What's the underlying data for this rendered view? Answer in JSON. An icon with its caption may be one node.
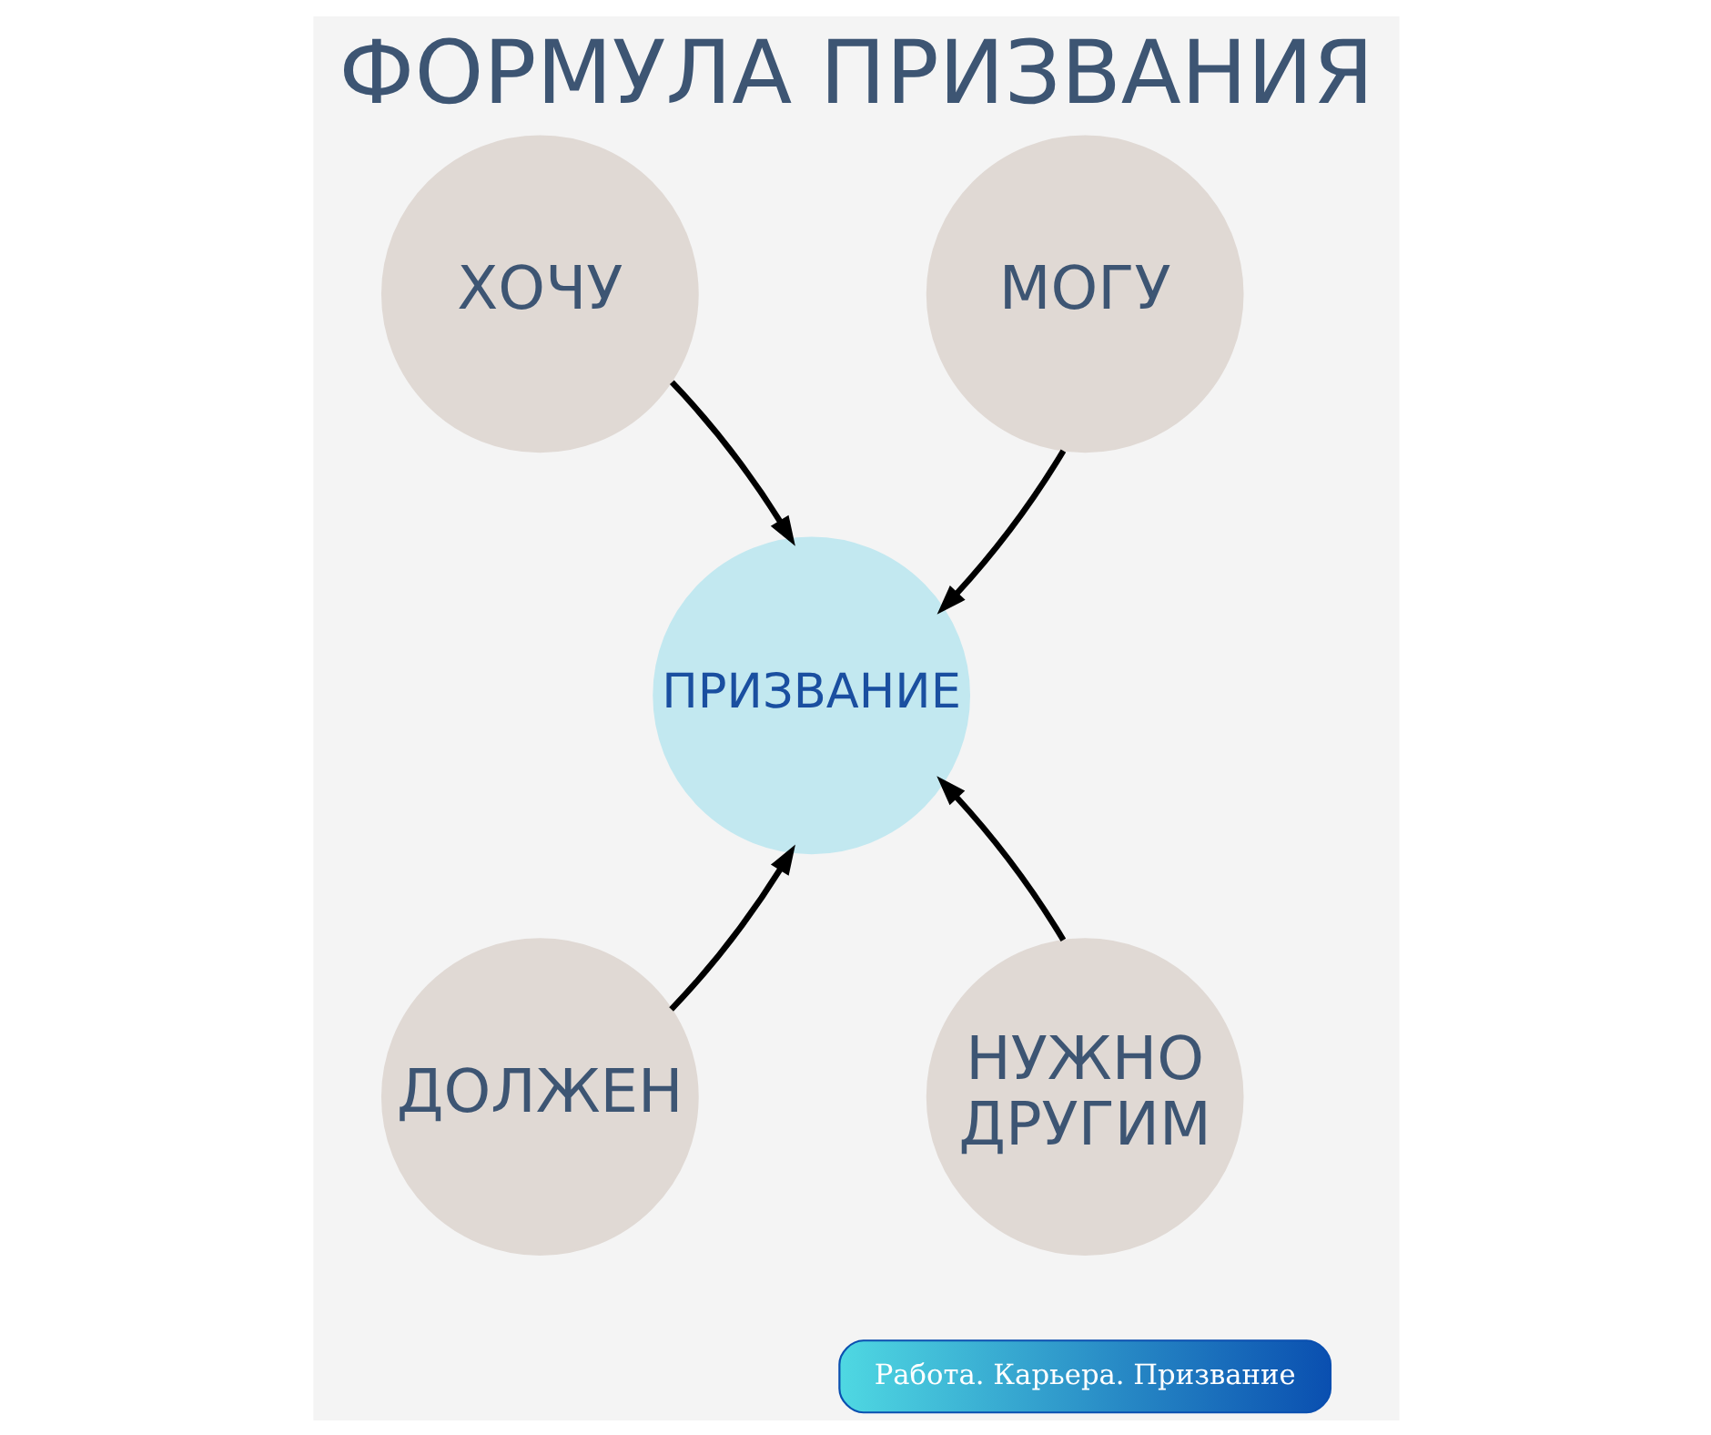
{
  "diagram": {
    "title": "ФОРМУЛА ПРИЗВАНИЯ",
    "nodes": [
      {
        "text": [
          "ХОЧУ"
        ]
      },
      {
        "text": [
          "МОГУ"
        ]
      },
      {
        "text": [
          "ПРИЗВАНИЕ"
        ]
      },
      {
        "text": [
          "ДОЛЖЕН"
        ]
      },
      {
        "text": [
          "НУЖНО ДРУГИМ"
        ]
      },
      {
        "text": [
          "Работа. Карьера. Призвание"
        ]
      }
    ],
    "edges": [
      {
        "from": 0,
        "to": 2,
        "arrow": "to"
      },
      {
        "from": 1,
        "to": 2,
        "arrow": "to"
      },
      {
        "from": 3,
        "to": 2,
        "arrow": "to"
      },
      {
        "from": 4,
        "to": 2,
        "arrow": "to"
      }
    ]
  }
}
